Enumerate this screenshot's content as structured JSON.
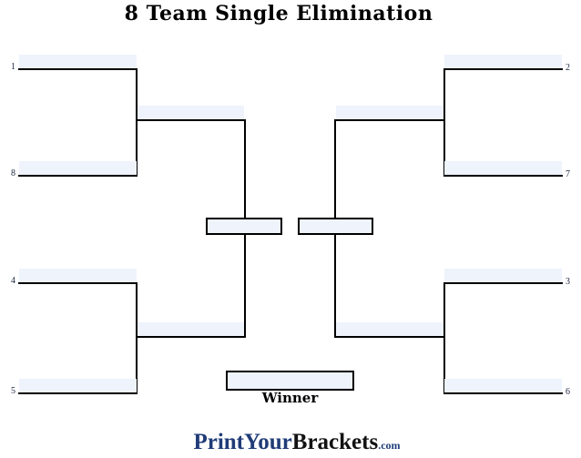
{
  "title": "8 Team Single Elimination",
  "bracket": {
    "type": "single-elimination",
    "team_count": 8,
    "seeds_left": [
      "1",
      "8",
      "4",
      "5"
    ],
    "seeds_right": [
      "2",
      "7",
      "3",
      "6"
    ],
    "matchups_round1": [
      "1 vs 8",
      "4 vs 5",
      "2 vs 7",
      "3 vs 6"
    ],
    "winner_label": "Winner",
    "fields": {
      "round1_team_fields": 8,
      "semifinal_winner_fields": 4,
      "finalist_fields": 2,
      "champion_field": 1,
      "all_fields_empty": true
    }
  },
  "logo": {
    "part_blue": "PrintYour",
    "part_black": "Brackets",
    "part_suffix": ".com"
  },
  "colors": {
    "background": "#ffffff",
    "bracket_line": "#000000",
    "field_fill": "#eef3fc",
    "title_text": "#000000",
    "seed_text": "#1b2540",
    "logo_blue": "#203c78",
    "logo_black": "#121212"
  }
}
